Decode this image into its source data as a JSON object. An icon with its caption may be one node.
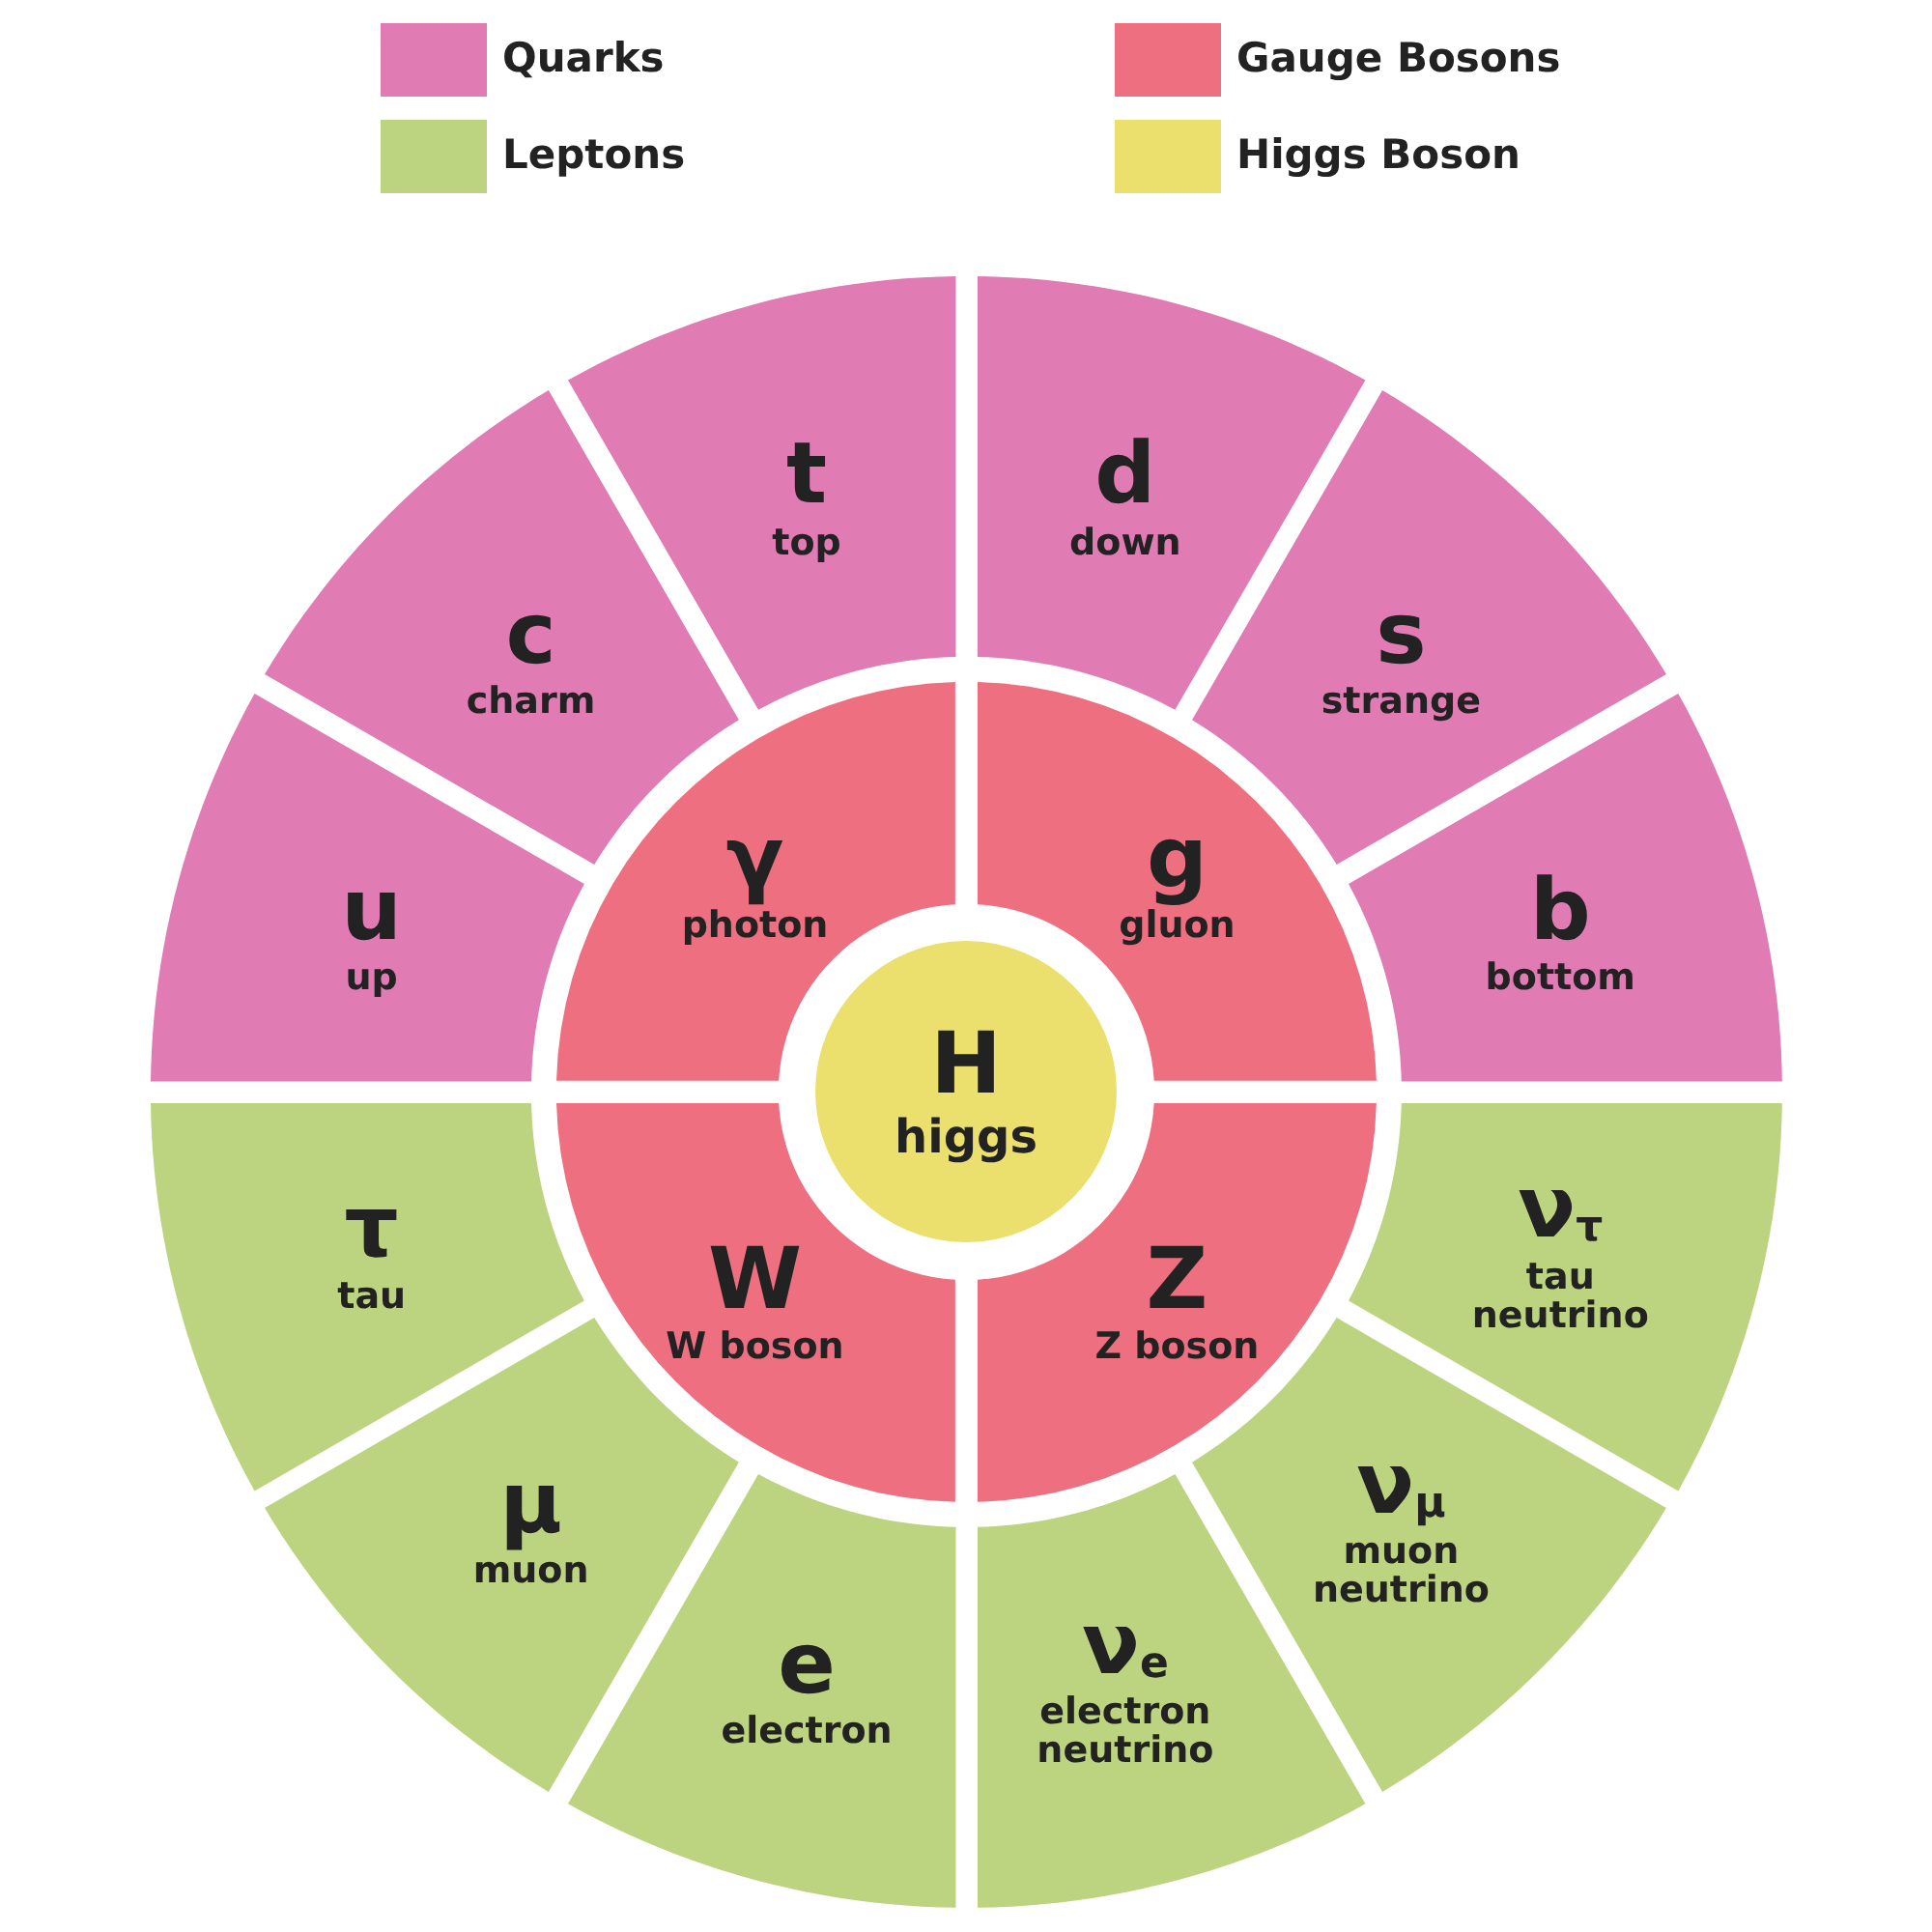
{
  "diagram": {
    "nodes": [
      {
        "text": [
          "u",
          "up"
        ]
      },
      {
        "text": [
          "c",
          "charm"
        ]
      },
      {
        "text": [
          "t",
          "top"
        ]
      },
      {
        "text": [
          "d",
          "down"
        ]
      },
      {
        "text": [
          "s",
          "strange"
        ]
      },
      {
        "text": [
          "b",
          "bottom"
        ]
      },
      {
        "text": [
          "γ",
          "photon"
        ]
      },
      {
        "text": [
          "g",
          "gluon"
        ]
      },
      {
        "text": [
          "H",
          "higgs"
        ]
      },
      {
        "text": [
          "W",
          "W boson"
        ]
      },
      {
        "text": [
          "Z",
          "Z boson"
        ]
      },
      {
        "text": [
          "τ",
          "tau"
        ]
      },
      {
        "text": [
          "ν$_{τ}$",
          "tau neutrino"
        ]
      },
      {
        "text": [
          "μ",
          "muon"
        ]
      },
      {
        "text": [
          "ν$_{μ}$",
          "muon neutrino"
        ]
      },
      {
        "text": [
          "e",
          "electron"
        ]
      },
      {
        "text": [
          "ν$_{e}$",
          "electron neutrino"
        ]
      }
    ],
    "legend": [
      {
        "text": "Quarks",
        "color": "#e07bb4"
      },
      {
        "text": "Gauge Bosons",
        "color": "#ee6f80"
      },
      {
        "text": "Leptons",
        "color": "#bcd47f"
      },
      {
        "text": "Higgs Boson",
        "color": "#ebe06d"
      }
    ]
  }
}
